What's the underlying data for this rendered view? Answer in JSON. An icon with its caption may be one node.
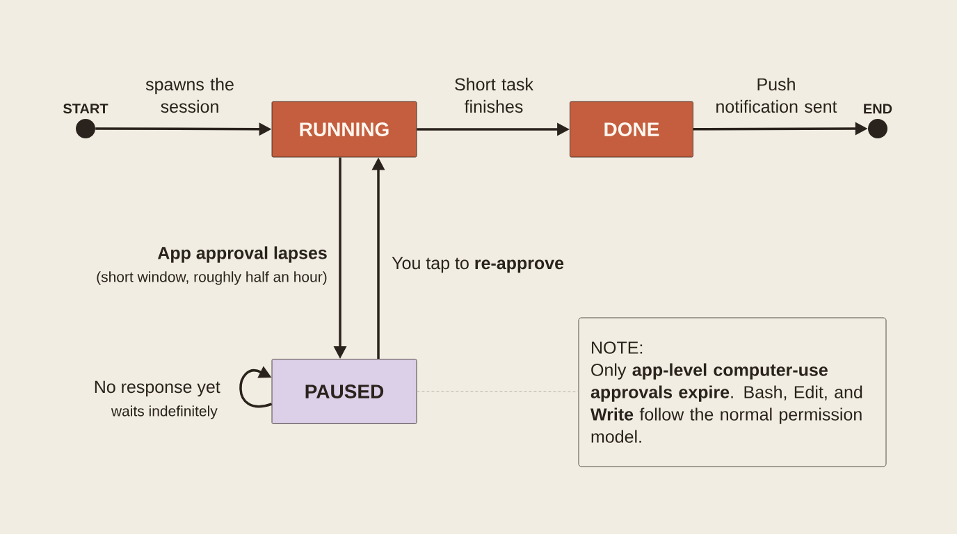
{
  "diagram": {
    "nodes": [
      {
        "text": [],
        "shape": "circle",
        "beside": [
          "START"
        ]
      },
      {
        "text": [
          "RUNNING"
        ]
      },
      {
        "text": [
          "DONE"
        ]
      },
      {
        "text": [],
        "shape": "circle",
        "beside": [
          "END"
        ]
      },
      {
        "text": [
          "PAUSED"
        ]
      },
      {
        "text": [
          "NOTE:",
          "Only **app-level computer-use approvals expire**. Bash, Edit, and **Write** follow the normal permission model."
        ]
      }
    ],
    "edges": [
      {
        "from": 0,
        "to": 1,
        "arrow": "to",
        "label": "spawns the session"
      },
      {
        "from": 1,
        "to": 2,
        "arrow": "to",
        "label": "Short task finishes"
      },
      {
        "from": 2,
        "to": 3,
        "arrow": "to",
        "label": "Push notification sent"
      },
      {
        "from": 1,
        "to": 4,
        "arrow": "to",
        "label": "**App approval lapses**"
      },
      {
        "from": 4,
        "to": 1,
        "arrow": "to",
        "label": "You tap to **re-approve**"
      },
      {
        "from": 4,
        "to": 4,
        "arrow": "to",
        "label": "No response yet"
      },
      {
        "from": 4,
        "to": 5,
        "arrow": "none",
        "style": "dashed",
        "color": "#b9b5ab"
      }
    ],
    "labels": [
      "(short window, roughly half an hour)",
      "waits indefinitely"
    ]
  }
}
